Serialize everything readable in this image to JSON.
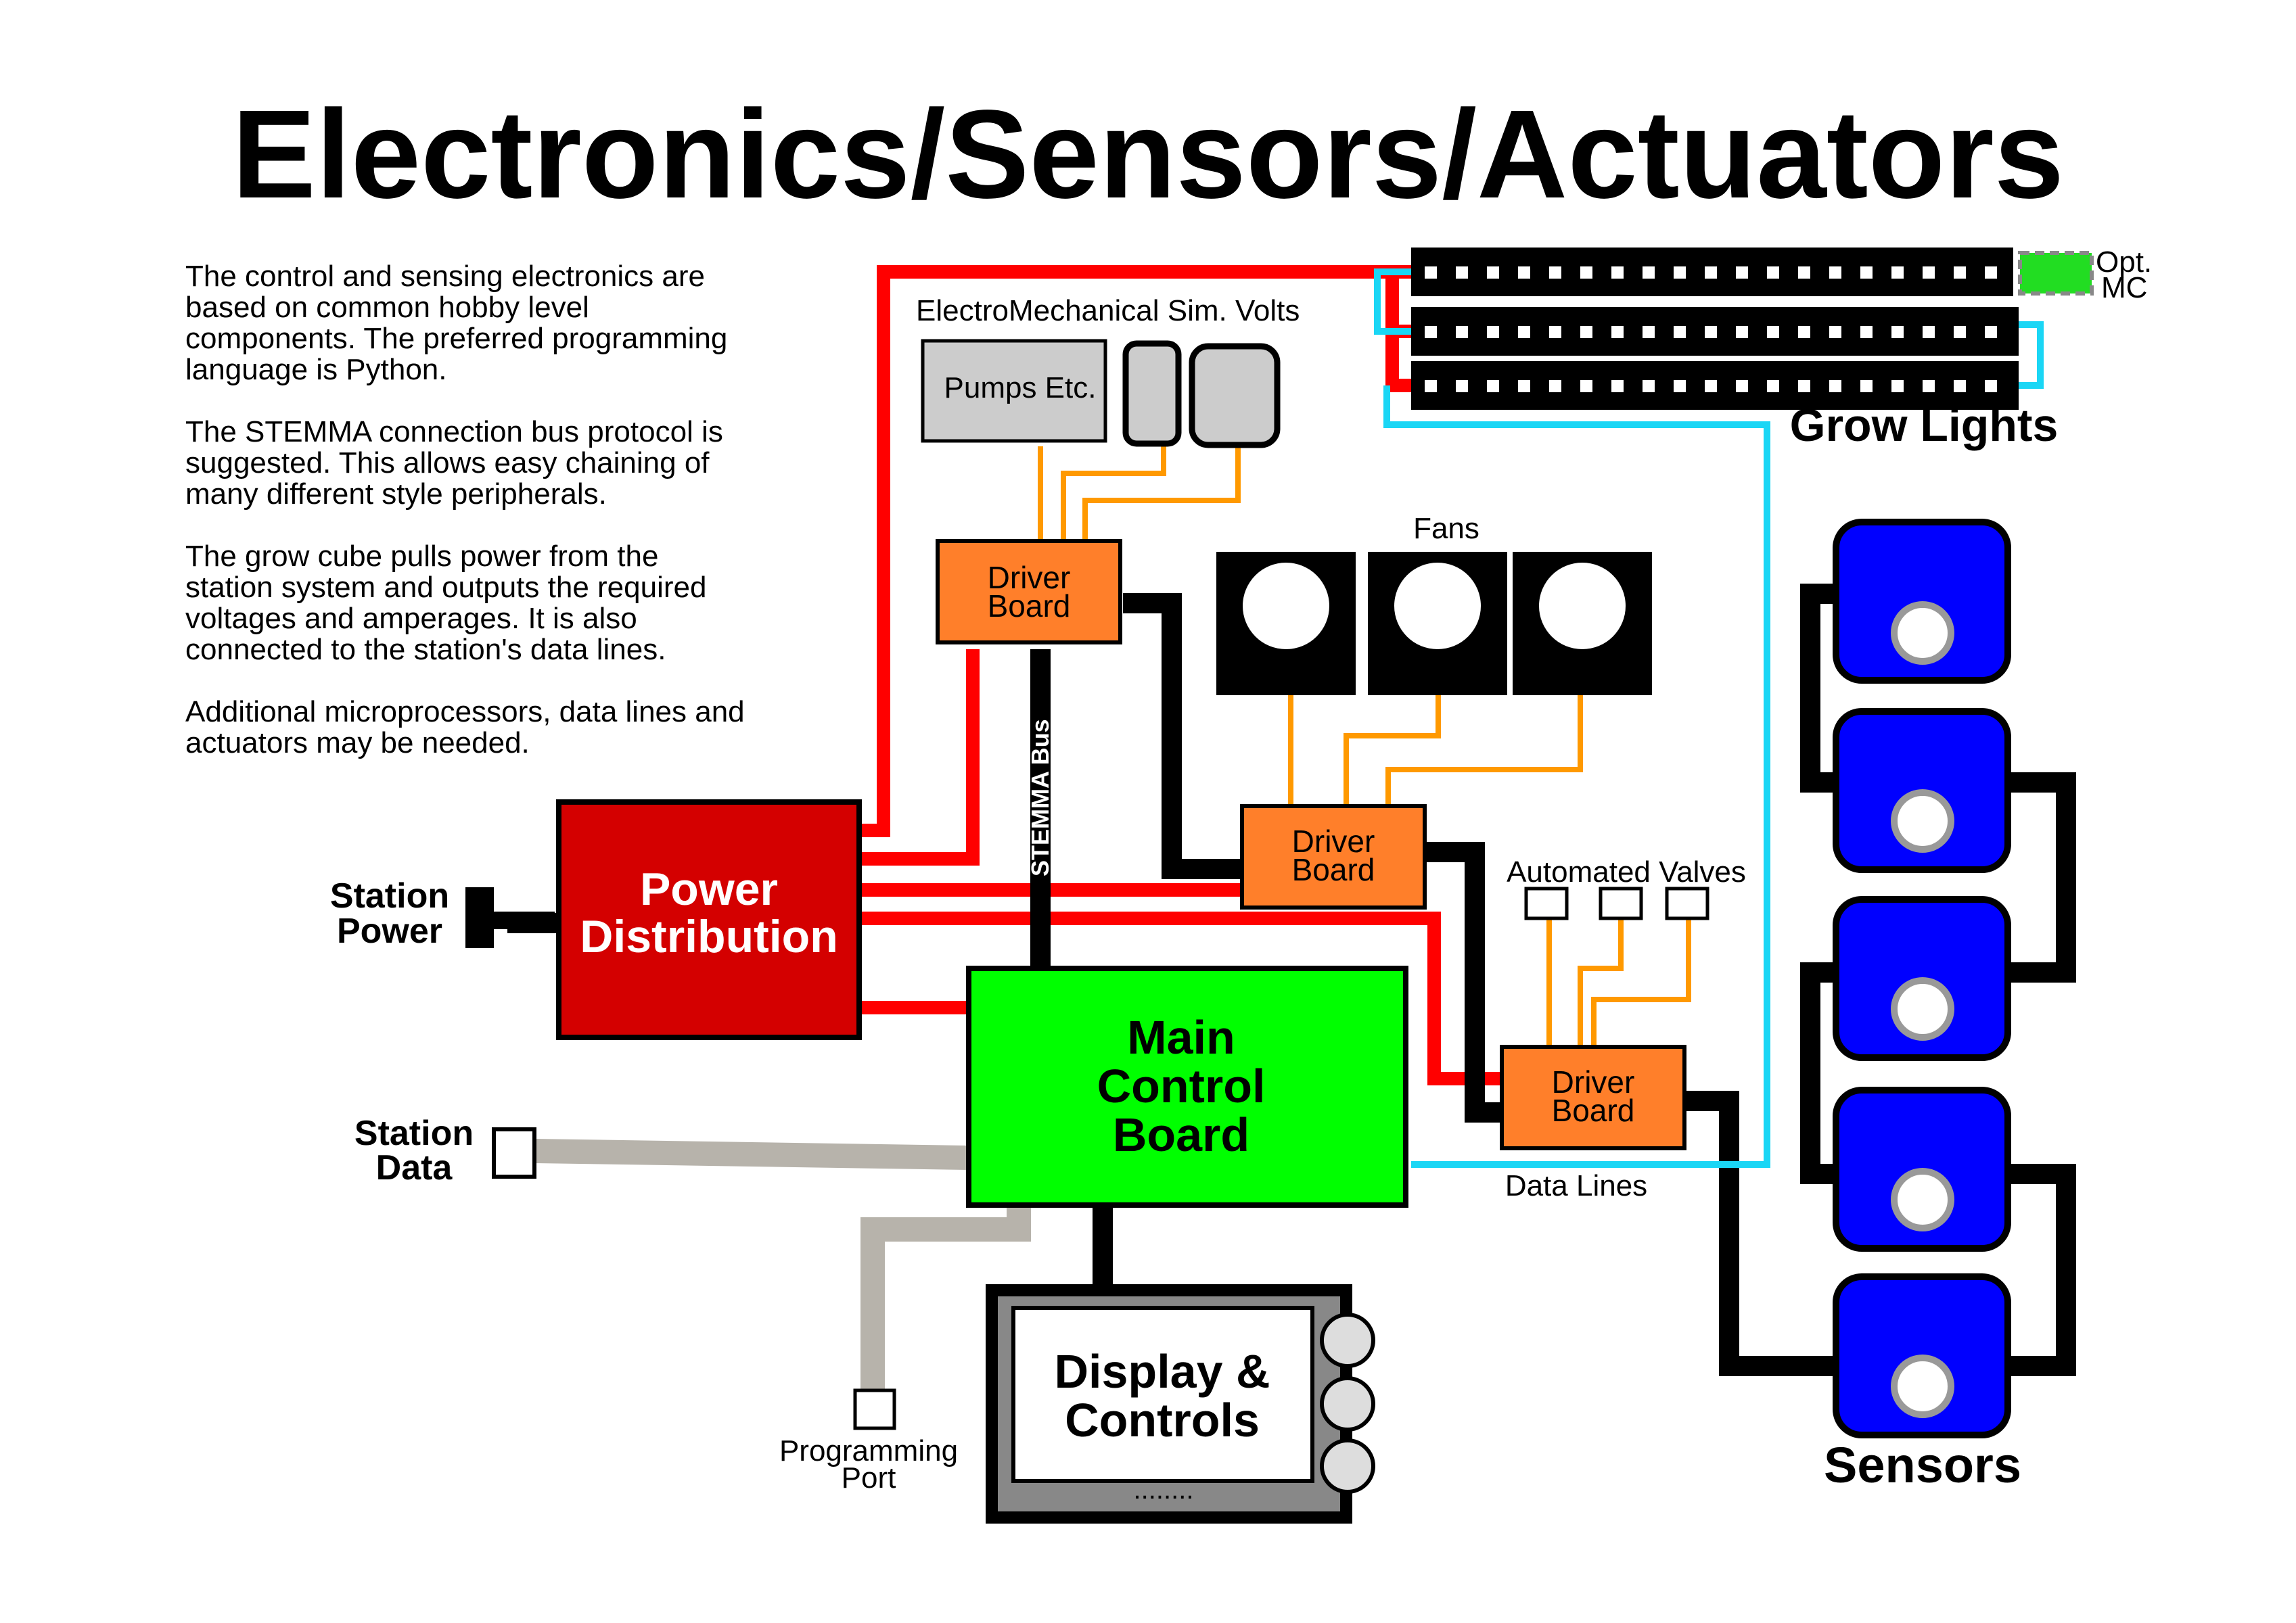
{
  "title": "Electronics/Sensors/Actuators",
  "intro": {
    "paragraph_1": [
      "The control and sensing electronics are",
      "based on common hobby level",
      "components. The preferred programming",
      "language is Python."
    ],
    "paragraph_2": [
      "The STEMMA connection bus protocol is",
      "suggested. This allows easy chaining of",
      "many different style peripherals."
    ],
    "paragraph_3": [
      "The grow cube pulls power from the",
      "station system and outputs the required",
      "voltages and amperages. It is also",
      "connected to the station's data lines."
    ],
    "paragraph_4": [
      "Additional microprocessors, data lines and",
      "actuators may be needed."
    ]
  },
  "labels": {
    "station_power": [
      "Station",
      "Power"
    ],
    "station_data": [
      "Station",
      "Data"
    ],
    "power_distribution": [
      "Power",
      "Distribution"
    ],
    "main_control_board": [
      "Main",
      "Control",
      "Board"
    ],
    "display_controls": [
      "Display &",
      "Controls"
    ],
    "display_dots": "........",
    "programming_port": [
      "Programming",
      "Port"
    ],
    "electromechanical": "ElectroMechanical Sim. Volts",
    "pumps": "Pumps Etc.",
    "fans": "Fans",
    "automated_valves": "Automated Valves",
    "driver_board": [
      "Driver",
      "Board"
    ],
    "stemma_bus": "STEMMA Bus",
    "grow_lights": "Grow Lights",
    "opt_mc": [
      "Opt.",
      "MC"
    ],
    "data_lines": "Data Lines",
    "sensors": "Sensors"
  },
  "colors": {
    "power_wire": "#ff0000",
    "power_distribution": "#d40000",
    "main_board": "#00ff00",
    "driver_board": "#ff7f2a",
    "actuator_wire": "#ff9900",
    "data_line": "#1ad6f5",
    "station_data_cable": "#b7b3ab",
    "sensor_body": "#0000ff",
    "pump_gray": "#cccccc",
    "opt_mc": "#22dd22"
  },
  "icons": [
    "port-icon",
    "fan-icon",
    "valve-icon",
    "led-strip-icon",
    "sensor-icon",
    "button-icon"
  ]
}
